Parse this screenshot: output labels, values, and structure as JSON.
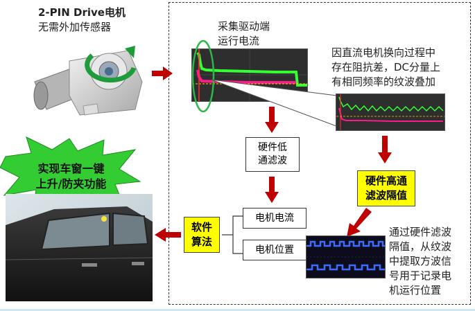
{
  "motor_label": [
    "2-PIN Drive电机",
    "无需外加传感器"
  ],
  "sample_label": [
    "采集驱动端",
    "运行电流"
  ],
  "ripple_note": [
    "因直流电机换向过程中",
    "存在阻抗差，DC分量上",
    "有相同频率的纹波叠加"
  ],
  "lowpass_filter": [
    "硬件低",
    "通滤波"
  ],
  "highpass_filter": [
    "硬件高通",
    "滤波隔值"
  ],
  "outputs": {
    "current": "电机电流",
    "position": "电机位置"
  },
  "software_algorithm": [
    "软件",
    "算法"
  ],
  "function_burst": [
    "实现车窗一键",
    "上升/防夹功能"
  ],
  "square_wave_note": [
    "通过硬件滤波",
    "隔值，从纹波",
    "中提取方波信",
    "号用于记录电",
    "机运行位置"
  ],
  "colors": {
    "arrow": "#c00000",
    "highlight": "#ffff00",
    "burst": "#33cc33",
    "ellipse": "#2db84a"
  }
}
